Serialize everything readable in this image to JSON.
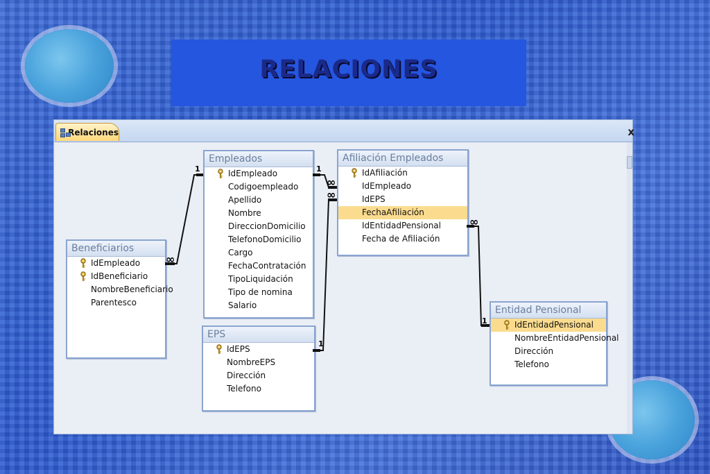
{
  "title": "RELACIONES",
  "tab": {
    "label": "Relaciones"
  },
  "close_label": "x",
  "tables": {
    "beneficiarios": {
      "title": "Beneficiarios",
      "fields": [
        "IdEmpleado",
        "IdBeneficiario",
        "NombreBeneficiario",
        "Parentesco"
      ],
      "keys": [
        0,
        1
      ]
    },
    "empleados": {
      "title": "Empleados",
      "fields": [
        "IdEmpleado",
        "Codigoempleado",
        "Apellido",
        "Nombre",
        "DireccionDomicilio",
        "TelefonoDomicilio",
        "Cargo",
        "FechaContratación",
        "TipoLiquidación",
        "Tipo de nomina",
        "Salario"
      ],
      "keys": [
        0
      ]
    },
    "eps": {
      "title": "EPS",
      "fields": [
        "IdEPS",
        "NombreEPS",
        "Dirección",
        "Telefono"
      ],
      "keys": [
        0
      ]
    },
    "afiliacion": {
      "title": "Afiliación Empleados",
      "fields": [
        "IdAfiliación",
        "IdEmpleado",
        "IdEPS",
        "FechaAfiliación",
        "IdEntidadPensional",
        "Fecha de Afiliación"
      ],
      "keys": [
        0
      ],
      "selected": 3
    },
    "entidad": {
      "title": "Entidad Pensional",
      "fields": [
        "IdEntidadPensional",
        "NombreEntidadPensional",
        "Dirección",
        "Telefono"
      ],
      "keys": [
        0
      ],
      "selected": 0
    }
  },
  "relationships": [
    {
      "from": "Empleados.IdEmpleado",
      "to": "Beneficiarios.IdEmpleado",
      "one": "1",
      "many": "∞"
    },
    {
      "from": "Empleados.IdEmpleado",
      "to": "Afiliación Empleados.IdEmpleado",
      "one": "1",
      "many": "∞"
    },
    {
      "from": "EPS.IdEPS",
      "to": "Afiliación Empleados.IdEPS",
      "one": "1",
      "many": "∞"
    },
    {
      "from": "Entidad Pensional.IdEntidadPensional",
      "to": "Afiliación Empleados.IdEntidadPensional",
      "one": "1",
      "many": "∞"
    }
  ],
  "colors": {
    "selected_row": "#fbdc8f",
    "tab_active": "#ffd77a",
    "title_band": "#2556e0"
  }
}
